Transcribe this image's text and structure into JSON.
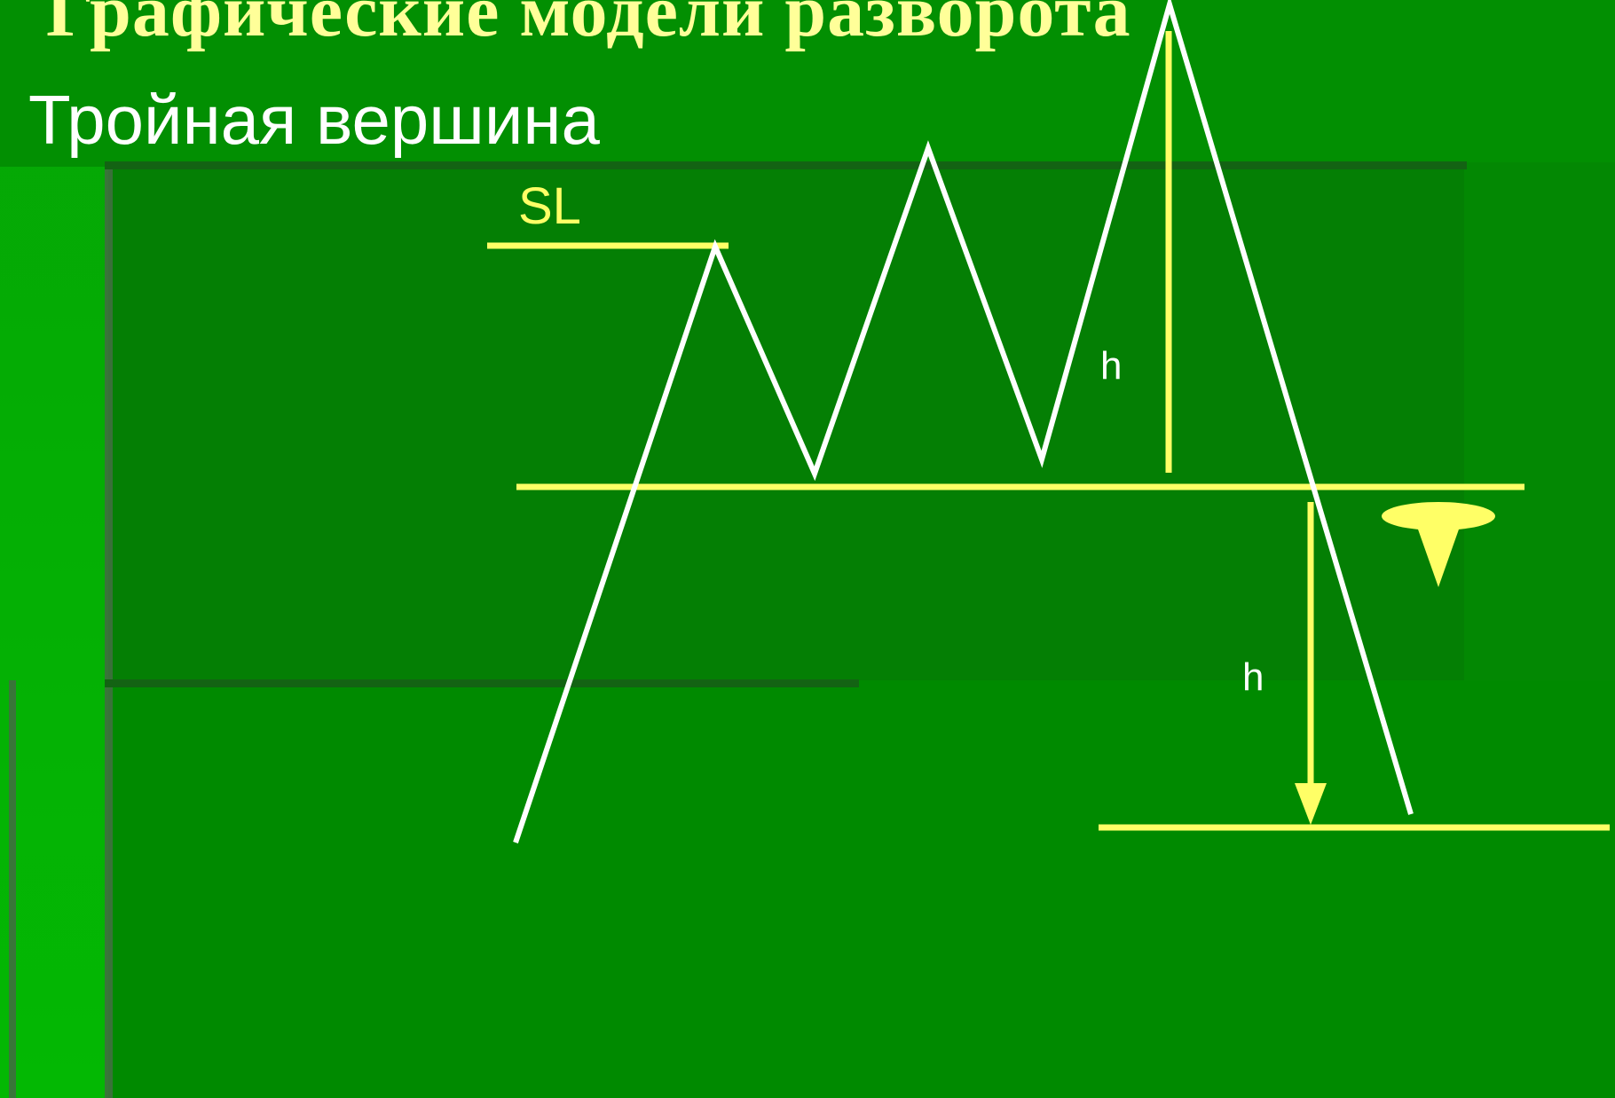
{
  "slide": {
    "title": "Графические модели разворота",
    "subtitle": "Тройная вершина"
  },
  "diagram": {
    "stop_loss_label": "SL",
    "height_label_upper": "h",
    "height_label_lower": "h"
  },
  "colors": {
    "background": "#008a00",
    "title_text": "#ffff99",
    "subtitle_text": "#ffffff",
    "price_line": "#ffffff",
    "level_lines": "#ffff66"
  }
}
